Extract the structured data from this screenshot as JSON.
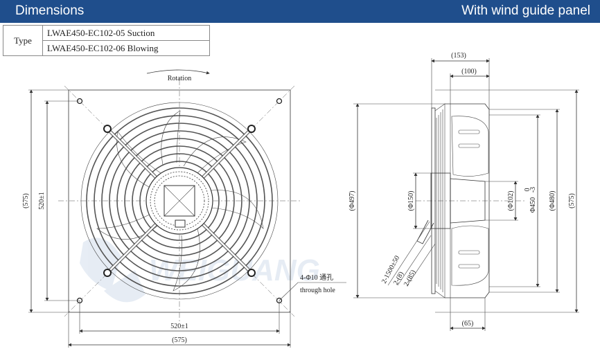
{
  "header": {
    "left_title": "Dimensions",
    "right_title": "With wind guide panel"
  },
  "spec_table": {
    "type_label": "Type",
    "rows": [
      {
        "model": "LWAE450-EC102-05",
        "mode": "Suction"
      },
      {
        "model": "LWAE450-EC102-06",
        "mode": "Blowing"
      }
    ]
  },
  "front_view": {
    "rotation_label": "Rotation",
    "height_outer": "(575)",
    "height_inner": "520±1",
    "width_inner": "520±1",
    "width_outer": "(575)",
    "hole_note": "4-Φ10 通孔",
    "hole_note_en": "through hole"
  },
  "side_view": {
    "depth_outer": "(153)",
    "depth_inner": "(100)",
    "dia_497": "(Φ497)",
    "dia_150": "(Φ150)",
    "dia_102": "(Φ102)",
    "dia_450": "Φ450",
    "dia_450_tol_upper": "0",
    "dia_450_tol_lower": "-3",
    "dia_480": "(Φ480)",
    "height_575": "(575)",
    "cable_length": "2-1500±50",
    "cable_8": "2-(8)",
    "cable_85": "2-(85)",
    "bottom_65": "(65)"
  },
  "watermark": "WEIGUANG"
}
